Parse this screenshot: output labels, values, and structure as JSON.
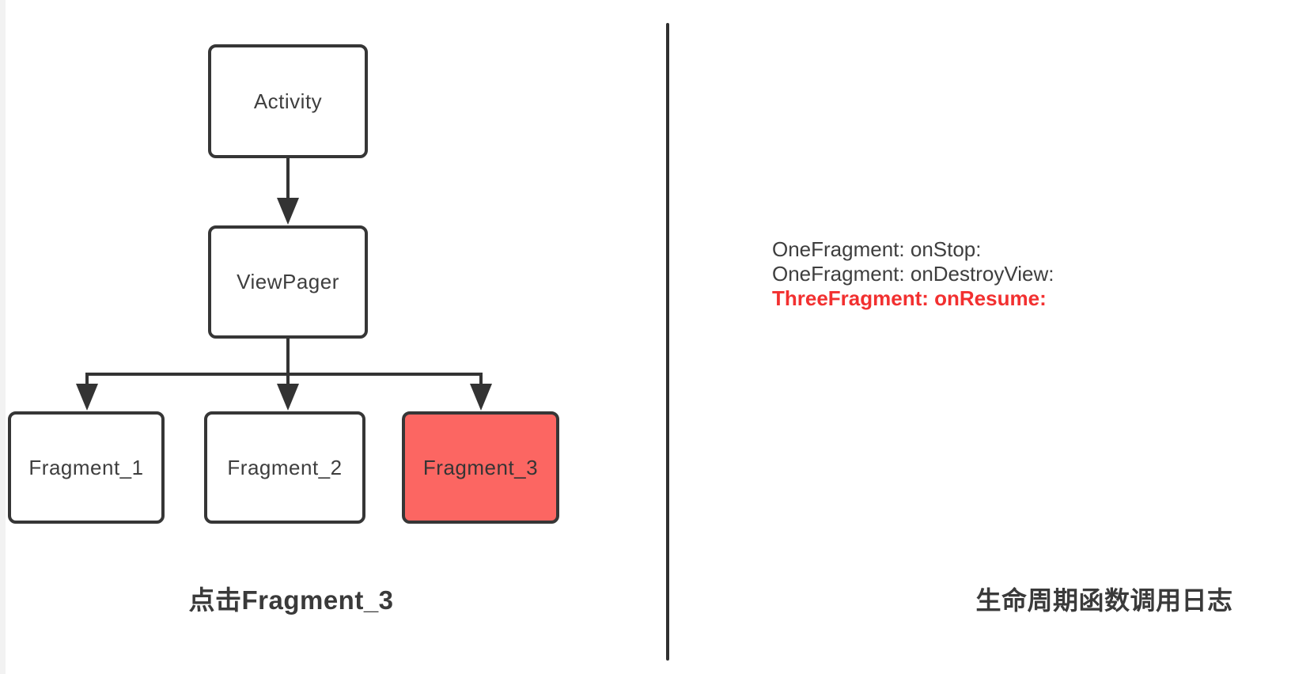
{
  "diagram": {
    "nodes": [
      {
        "label": "Activity",
        "highlighted": false
      },
      {
        "label": "ViewPager",
        "highlighted": false
      },
      {
        "label": "Fragment_1",
        "highlighted": false
      },
      {
        "label": "Fragment_2",
        "highlighted": false
      },
      {
        "label": "Fragment_3",
        "highlighted": true
      }
    ],
    "caption": "点击Fragment_3"
  },
  "log": {
    "lines": [
      {
        "text": "OneFragment: onStop:",
        "color": "#3e3e3e",
        "emphasis": false
      },
      {
        "text": "OneFragment: onDestroyView:",
        "color": "#3e3e3e",
        "emphasis": false
      },
      {
        "text": "ThreeFragment: onResume:",
        "color": "#f23030",
        "emphasis": true
      }
    ],
    "caption": "生命周期函数调用日志"
  },
  "colors": {
    "node_border": "#363636",
    "node_fill": "#ffffff",
    "highlight_fill": "#fc6662",
    "connector": "#333333",
    "divider": "#303030",
    "text": "#3e3e3e",
    "log_red": "#f23030",
    "left_strip": "#f2f2f2"
  }
}
